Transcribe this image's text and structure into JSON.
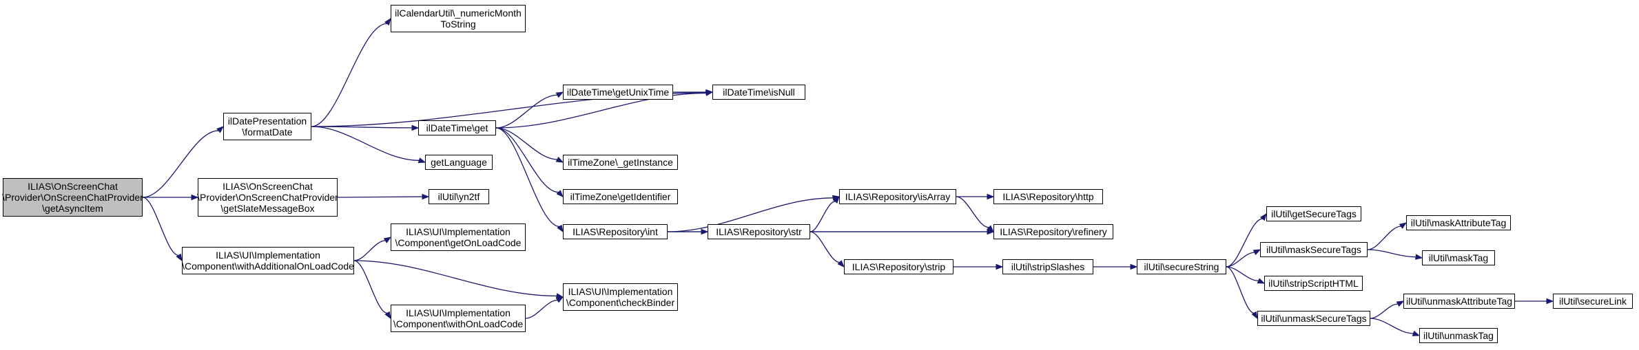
{
  "graph": {
    "nodes": {
      "root": "ILIAS\\OnScreenChat\n\\Provider\\OnScreenChatProvider\n\\getAsyncItem",
      "date_format": "ilDatePresentation\n\\formatDate",
      "slate_box": "ILIAS\\OnScreenChat\n\\Provider\\OnScreenChatProvider\n\\getSlateMessageBox",
      "with_additional": "ILIAS\\UI\\Implementation\n\\Component\\withAdditionalOnLoadCode",
      "numeric_month": "ilCalendarUtil\\_numericMonth\nToString",
      "datetime_get": "ilDateTime\\get",
      "get_language": "getLanguage",
      "yn2tf": "ilUtil\\yn2tf",
      "get_onload": "ILIAS\\UI\\Implementation\n\\Component\\getOnLoadCode",
      "check_binder": "ILIAS\\UI\\Implementation\n\\Component\\checkBinder",
      "with_onload": "ILIAS\\UI\\Implementation\n\\Component\\withOnLoadCode",
      "get_unix_time": "ilDateTime\\getUnixTime",
      "is_null": "ilDateTime\\isNull",
      "tz_instance": "ilTimeZone\\_getInstance",
      "tz_identifier": "ilTimeZone\\getIdentifier",
      "repo_int": "ILIAS\\Repository\\int",
      "repo_str": "ILIAS\\Repository\\str",
      "repo_is_array": "ILIAS\\Repository\\isArray",
      "repo_http": "ILIAS\\Repository\\http",
      "repo_refinery": "ILIAS\\Repository\\refinery",
      "repo_strip": "ILIAS\\Repository\\strip",
      "strip_slashes": "ilUtil\\stripSlashes",
      "secure_string": "ilUtil\\secureString",
      "get_secure_tags": "ilUtil\\getSecureTags",
      "mask_secure_tags": "ilUtil\\maskSecureTags",
      "strip_script_html": "ilUtil\\stripScriptHTML",
      "unmask_secure_tags": "ilUtil\\unmaskSecureTags",
      "mask_attribute_tag": "ilUtil\\maskAttributeTag",
      "mask_tag": "ilUtil\\maskTag",
      "unmask_attribute_tag": "ilUtil\\unmaskAttributeTag",
      "unmask_tag": "ilUtil\\unmaskTag",
      "secure_link": "ilUtil\\secureLink"
    },
    "edges": [
      [
        "root",
        "date_format"
      ],
      [
        "root",
        "slate_box"
      ],
      [
        "root",
        "with_additional"
      ],
      [
        "date_format",
        "numeric_month"
      ],
      [
        "date_format",
        "is_null"
      ],
      [
        "date_format",
        "datetime_get"
      ],
      [
        "date_format",
        "get_language"
      ],
      [
        "slate_box",
        "yn2tf"
      ],
      [
        "with_additional",
        "get_onload"
      ],
      [
        "with_additional",
        "check_binder"
      ],
      [
        "with_additional",
        "with_onload"
      ],
      [
        "with_onload",
        "check_binder"
      ],
      [
        "datetime_get",
        "get_unix_time"
      ],
      [
        "datetime_get",
        "is_null"
      ],
      [
        "datetime_get",
        "tz_instance"
      ],
      [
        "datetime_get",
        "tz_identifier"
      ],
      [
        "datetime_get",
        "repo_int"
      ],
      [
        "get_unix_time",
        "is_null"
      ],
      [
        "repo_int",
        "repo_is_array"
      ],
      [
        "repo_int",
        "repo_str"
      ],
      [
        "repo_int",
        "repo_refinery"
      ],
      [
        "repo_str",
        "repo_is_array"
      ],
      [
        "repo_str",
        "repo_refinery"
      ],
      [
        "repo_str",
        "repo_strip"
      ],
      [
        "repo_is_array",
        "repo_http"
      ],
      [
        "repo_is_array",
        "repo_refinery"
      ],
      [
        "repo_strip",
        "strip_slashes"
      ],
      [
        "strip_slashes",
        "secure_string"
      ],
      [
        "secure_string",
        "get_secure_tags"
      ],
      [
        "secure_string",
        "mask_secure_tags"
      ],
      [
        "secure_string",
        "strip_script_html"
      ],
      [
        "secure_string",
        "unmask_secure_tags"
      ],
      [
        "mask_secure_tags",
        "mask_attribute_tag"
      ],
      [
        "mask_secure_tags",
        "mask_tag"
      ],
      [
        "unmask_secure_tags",
        "unmask_attribute_tag"
      ],
      [
        "unmask_secure_tags",
        "unmask_tag"
      ],
      [
        "unmask_attribute_tag",
        "secure_link"
      ]
    ],
    "colors": {
      "edge": "#191970",
      "root_fill": "#bfbfbf",
      "node_fill": "#ffffff",
      "border": "#000000"
    }
  }
}
